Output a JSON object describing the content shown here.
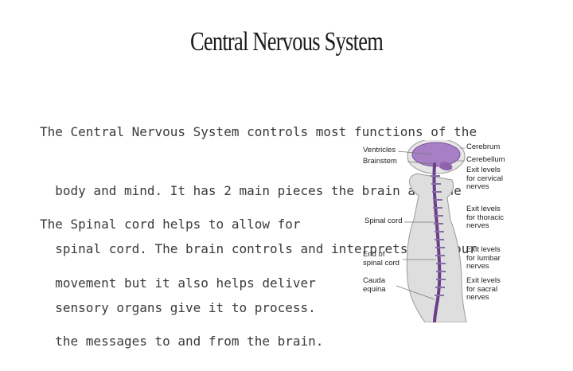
{
  "slide": {
    "title": "Central Nervous System",
    "paragraph1": [
      "The Central Nervous System controls most functions of the",
      "  body and mind. It has 2 main pieces the brain and the",
      "  spinal cord. The brain controls and interprets what our",
      "  sensory organs give it to process."
    ],
    "paragraph2": [
      "The Spinal cord helps to allow for",
      "  movement but it also helps deliver",
      "  the messages to and from the brain."
    ]
  },
  "figure": {
    "labels": {
      "ventricles": "Ventricles",
      "brainstem": "Brainstem",
      "spinal_cord": "Spinal cord",
      "end_of_spinal_cord": "End of\nspinal cord",
      "cauda_equina": "Cauda\nequina",
      "cerebrum": "Cerebrum",
      "cerebellum": "Cerebellum",
      "cervical": "Exit levels\nfor cervical\nnerves",
      "thoracic": "Exit levels\nfor thoracic\nnerves",
      "lumbar": "Exit levels\nfor lumbar\nnerves",
      "sacral": "Exit levels\nfor sacral\nnerves"
    },
    "colors": {
      "brain": "#9b6fb8",
      "cord": "#7a4f9a",
      "body": "#d9d9d9",
      "outline": "#9a9a9a"
    }
  }
}
